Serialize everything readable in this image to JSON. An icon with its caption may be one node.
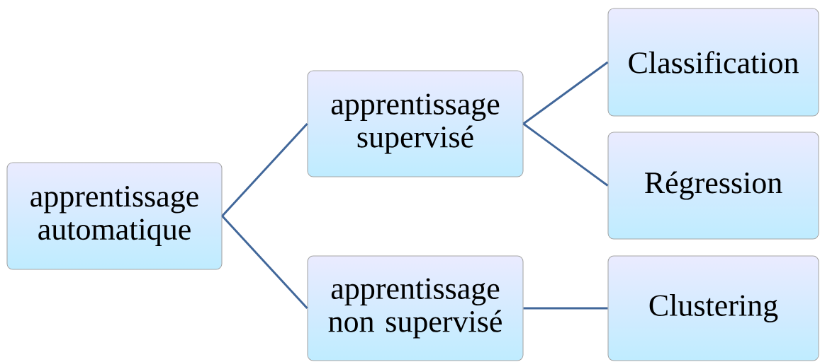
{
  "diagram": {
    "nodes": [
      {
        "text": [
          "apprentissage automatique"
        ]
      },
      {
        "text": [
          "apprentissage supervisé"
        ]
      },
      {
        "text": [
          "apprentissage non supervisé"
        ]
      },
      {
        "text": [
          "Classification"
        ]
      },
      {
        "text": [
          "Régression"
        ]
      },
      {
        "text": [
          "Clustering"
        ]
      }
    ],
    "edges": [
      {
        "from": 0,
        "to": 1,
        "arrow": "none"
      },
      {
        "from": 0,
        "to": 2,
        "arrow": "none"
      },
      {
        "from": 1,
        "to": 3,
        "arrow": "none"
      },
      {
        "from": 1,
        "to": 4,
        "arrow": "none"
      },
      {
        "from": 2,
        "to": 5,
        "arrow": "none"
      }
    ]
  }
}
